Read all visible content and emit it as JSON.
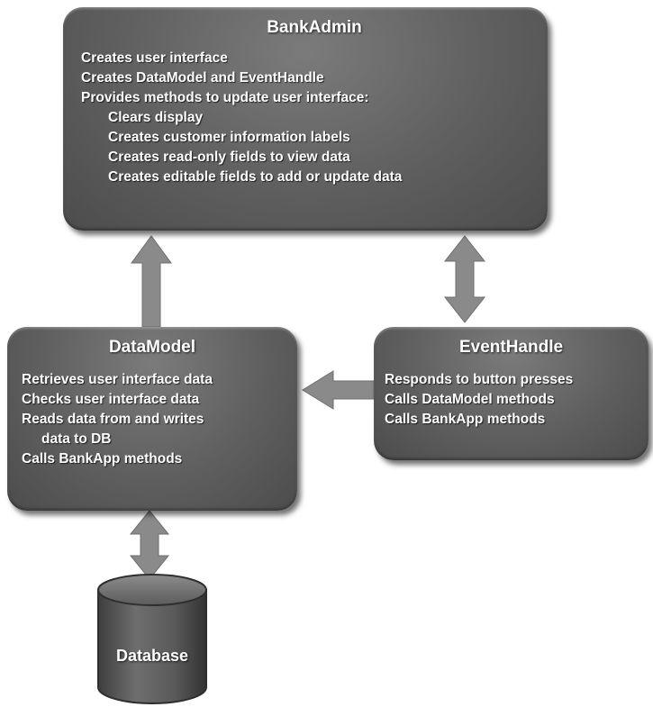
{
  "nodes": {
    "bankadmin": {
      "title": "BankAdmin",
      "lines": [
        "Creates user interface",
        "Creates DataModel and EventHandle",
        "Provides methods to update user interface:",
        "Clears display",
        "Creates customer information labels",
        "Creates read-only fields to view data",
        "Creates editable fields to add or update data"
      ]
    },
    "datamodel": {
      "title": "DataModel",
      "lines": [
        "Retrieves user interface data",
        "Checks user interface data",
        "Reads data from and writes",
        "data to DB",
        "Calls BankApp methods"
      ]
    },
    "eventhandle": {
      "title": "EventHandle",
      "lines": [
        "Responds to button presses",
        "Calls DataModel methods",
        "Calls BankApp methods"
      ]
    },
    "database": {
      "title": "Database"
    }
  },
  "colors": {
    "box": "#606060",
    "arrow": "#8a8a8a",
    "text": "#ffffff"
  }
}
